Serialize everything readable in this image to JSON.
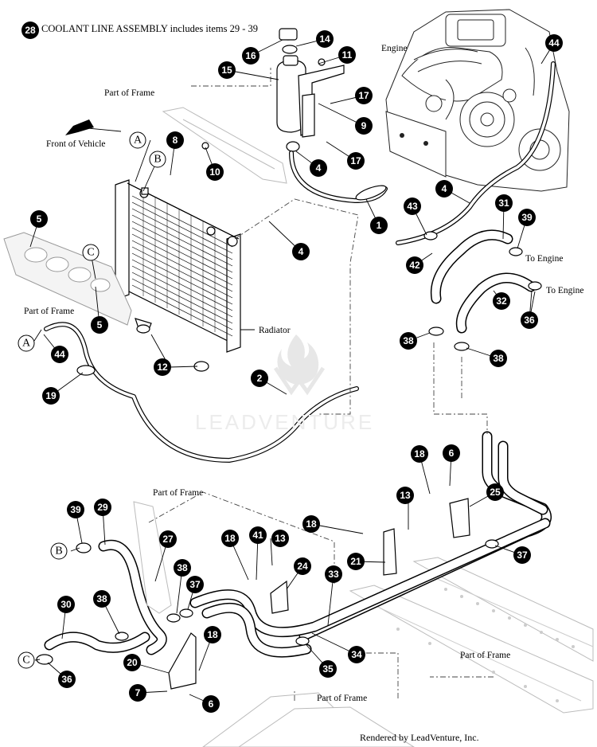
{
  "title": {
    "item_number": "28",
    "text": "COOLANT LINE ASSEMBLY includes items 29 - 39"
  },
  "labels": {
    "engine": "Engine",
    "front_of_vehicle": "Front of Vehicle",
    "radiator": "Radiator",
    "part_of_frame": "Part of Frame",
    "to_engine": "To Engine"
  },
  "letters": {
    "a": "A",
    "b": "B",
    "c": "C"
  },
  "callouts": {
    "c1": "1",
    "c2": "2",
    "c4": "4",
    "c5": "5",
    "c6": "6",
    "c7": "7",
    "c8": "8",
    "c9": "9",
    "c10": "10",
    "c11": "11",
    "c12": "12",
    "c13": "13",
    "c14": "14",
    "c15": "15",
    "c16": "16",
    "c17": "17",
    "c18": "18",
    "c19": "19",
    "c20": "20",
    "c21": "21",
    "c24": "24",
    "c25": "25",
    "c27": "27",
    "c29": "29",
    "c30": "30",
    "c31": "31",
    "c32": "32",
    "c33": "33",
    "c34": "34",
    "c35": "35",
    "c36": "36",
    "c37": "37",
    "c38": "38",
    "c39": "39",
    "c41": "41",
    "c42": "42",
    "c43": "43",
    "c44": "44"
  },
  "watermark": "LEADVENTURE",
  "footer": "Rendered by LeadVenture, Inc.",
  "colors": {
    "callout_fill": "#000000",
    "callout_text": "#ffffff",
    "line_art": "#000000",
    "watermark": "#ececec"
  }
}
